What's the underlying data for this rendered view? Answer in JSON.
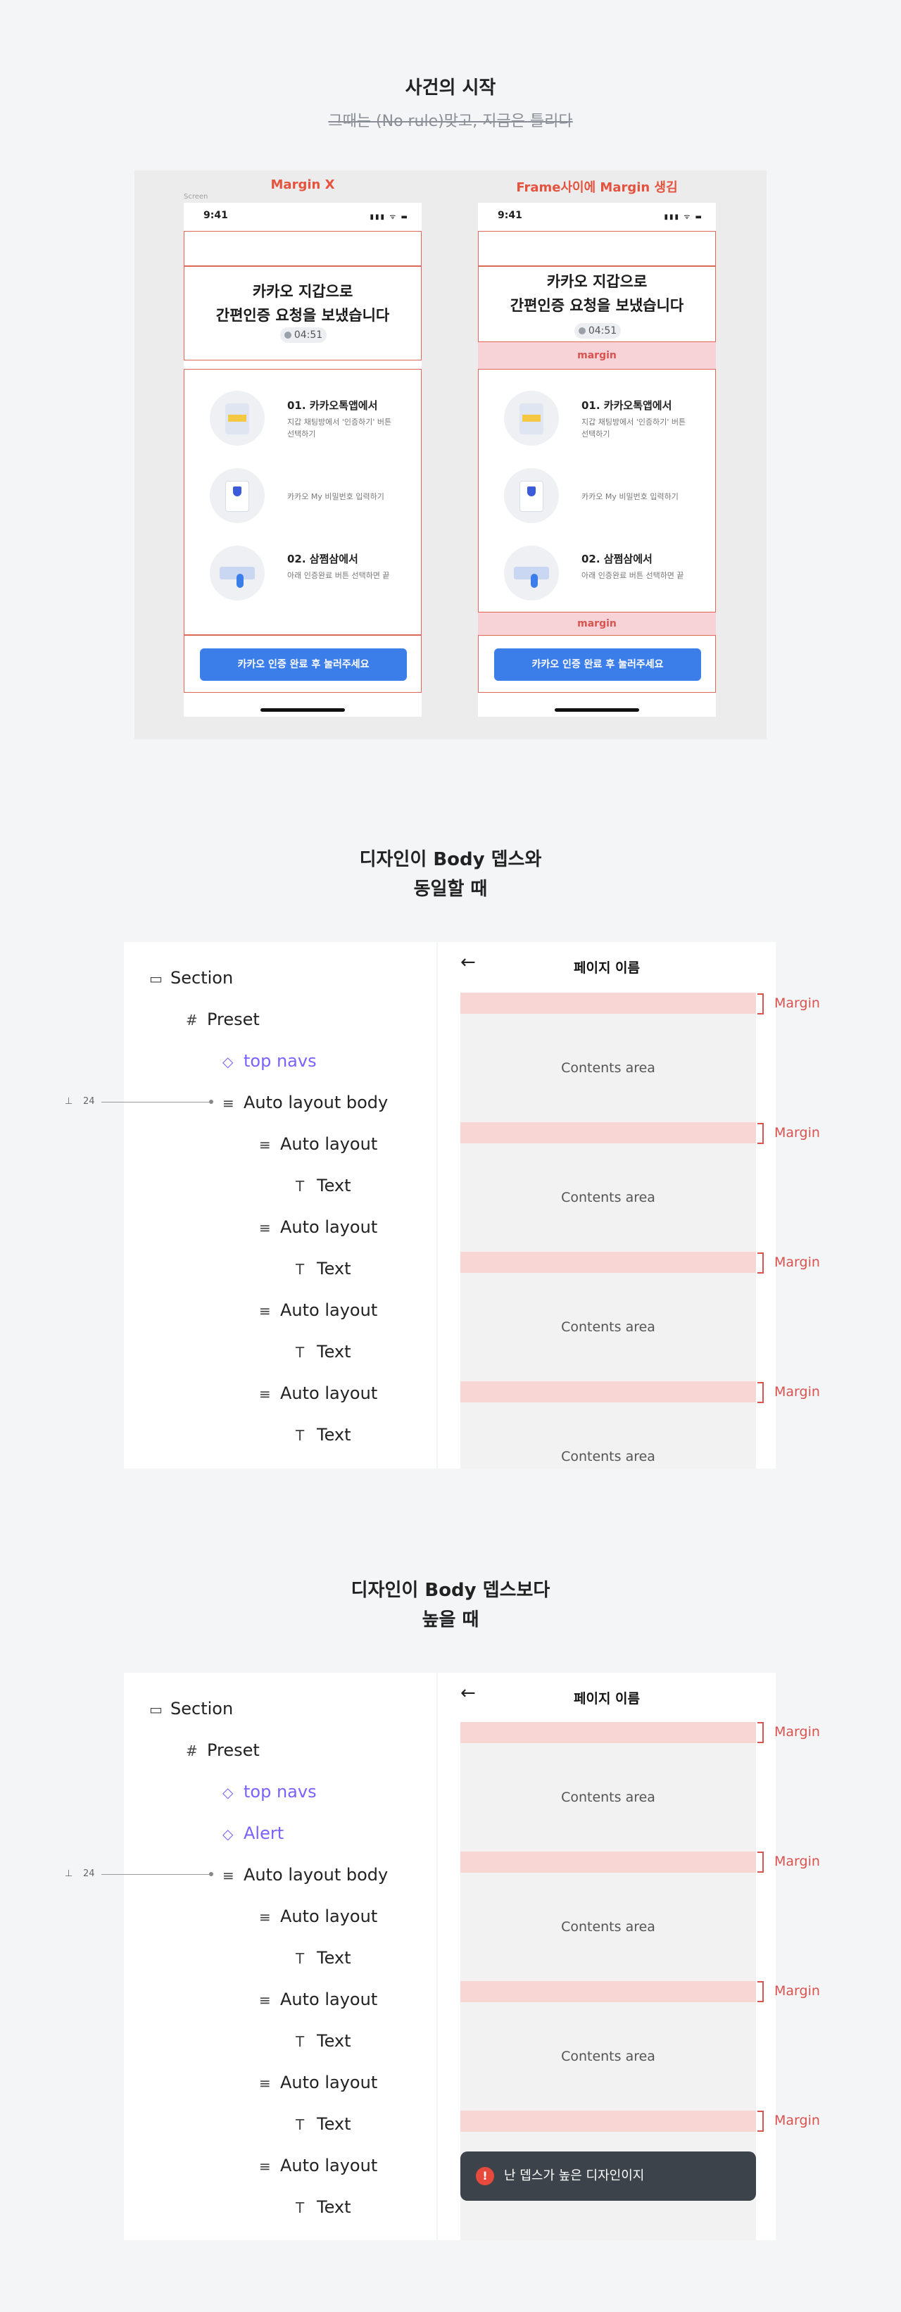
{
  "section1": {
    "title": "사건의 시작",
    "subtitle": "그때는 (No rule)맞고, 지금은 틀리다",
    "left": {
      "label": "Margin X",
      "screen_label": "Screen"
    },
    "right": {
      "label": "Frame사이에 Margin 생김",
      "margin_label": "margin"
    },
    "phone": {
      "time": "9:41",
      "status_icons": "▮▮▮ ᯤ ▬",
      "headline_1": "카카오 지갑으로",
      "headline_2": "간편인증 요청을 보냈습니다",
      "timer": "04:51",
      "step1_title": "01. 카카오톡앱에서",
      "step1_desc": "지갑 채팅방에서 '인증하기' 버튼 선택하기",
      "step2_desc": "카카오 My 비밀번호 입력하기",
      "step3_title": "02. 삼쩜삼에서",
      "step3_desc": "아래 인증완료 버튼 선택하면 끝",
      "button": "카카오 인증 완료 후 눌러주세요"
    }
  },
  "section2": {
    "title_1": "디자인이 Body 뎁스와",
    "title_2": "동일할 때",
    "tree": [
      "Section",
      "Preset",
      "top navs",
      "Auto layout body",
      "Auto layout",
      "Text",
      "Auto layout",
      "Text",
      "Auto layout",
      "Text",
      "Auto layout",
      "Text"
    ],
    "gap": "24",
    "nav_title": "페이지 이름",
    "contents": "Contents area",
    "margin": "Margin"
  },
  "section3": {
    "title_1": "디자인이 Body 뎁스보다",
    "title_2": "높을 때",
    "tree": [
      "Section",
      "Preset",
      "top navs",
      "Alert",
      "Auto layout body",
      "Auto layout",
      "Text",
      "Auto layout",
      "Text",
      "Auto layout",
      "Text",
      "Auto layout",
      "Text"
    ],
    "gap": "24",
    "nav_title": "페이지 이름",
    "contents": "Contents area",
    "margin": "Margin",
    "toast": "난 뎁스가 높은 디자인이지"
  },
  "colors": {
    "accent_red": "#e5533f",
    "margin_pink": "#f8d6d4",
    "button_blue": "#3b7de9",
    "purple": "#7b61ff"
  }
}
